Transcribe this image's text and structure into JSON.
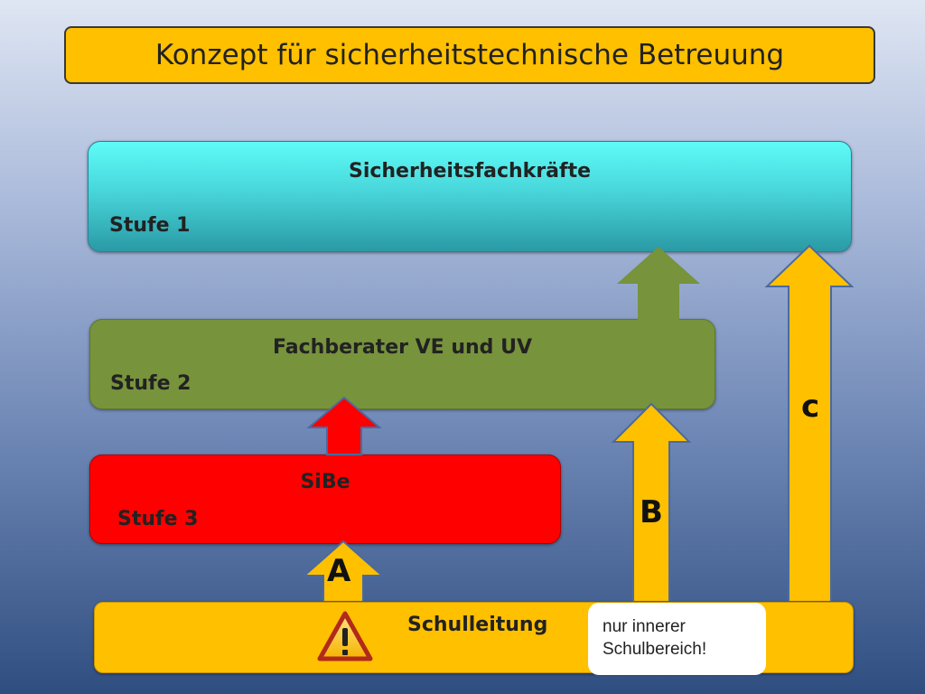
{
  "title": "Konzept für sicherheitstechnische Betreuung",
  "levels": [
    {
      "name": "Sicherheitsfachkräfte",
      "stufe": "Stufe 1",
      "color": "#48d6da"
    },
    {
      "name": "Fachberater VE und UV",
      "stufe": "Stufe 2",
      "color": "#77933c"
    },
    {
      "name": "SiBe",
      "stufe": "Stufe 3",
      "color": "#ff0000"
    }
  ],
  "base": {
    "name": "Schulleitung",
    "color": "#ffc000",
    "icon": "warning-icon"
  },
  "note": {
    "line1": "nur innerer",
    "line2": "Schulbereich!"
  },
  "arrows": {
    "a": "A",
    "b": "B",
    "c": "c"
  }
}
